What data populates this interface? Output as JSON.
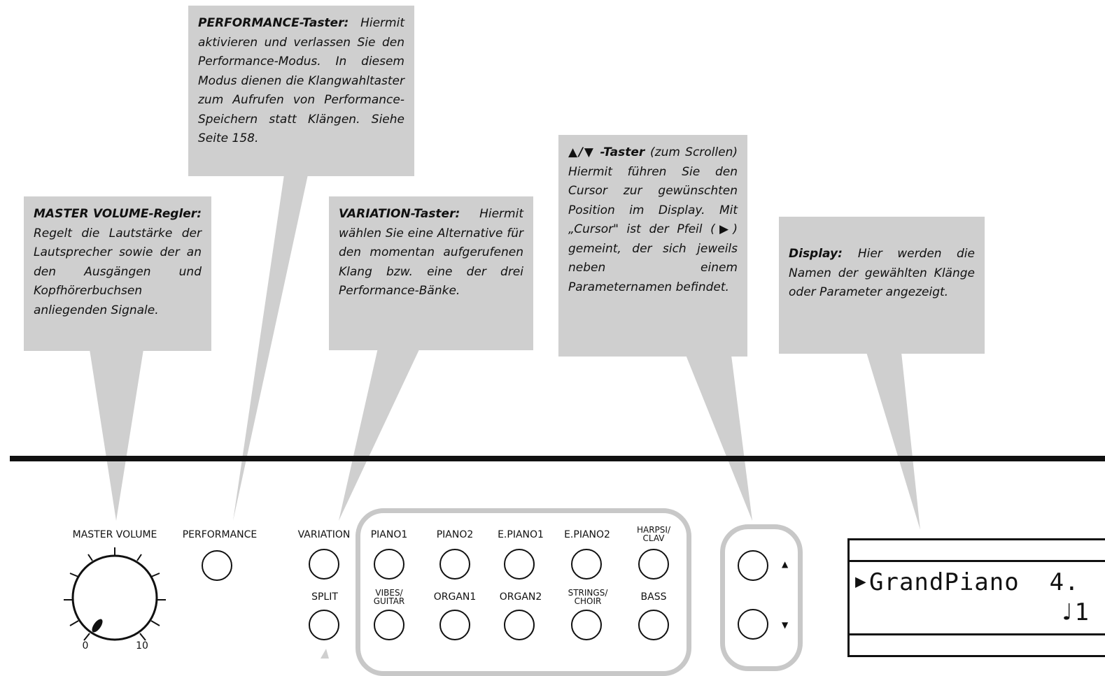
{
  "callouts": {
    "performance": {
      "head": "PERFORMANCE-Taster:",
      "body": "Hiermit aktivieren und verlassen Sie den Performance-Modus. In diesem Modus dienen die Klangwahltaster zum Aufrufen von Performance-Speichern statt Klängen. Siehe Seite 158."
    },
    "master_volume": {
      "head": "MASTER VOLUME-Regler:",
      "body": "Regelt die Lautstärke der Lautsprecher sowie der an den Ausgängen und Kopfhörerbuchsen anliegenden Signale."
    },
    "variation": {
      "head": "VARIATION-Taster:",
      "body": "Hiermit wählen Sie eine Alternative für den momentan aufgerufenen Klang bzw. eine der drei Performance-Bänke."
    },
    "scroll": {
      "head": "▲/▼ -Taster",
      "body": "(zum Scrollen) Hiermit führen Sie den Cursor zur gewünschten Position im Display. Mit „Cursor\" ist der Pfeil (▶) gemeint, der sich jeweils neben einem Parameternamen befindet."
    },
    "display": {
      "head": "Display:",
      "body": "Hier werden die Namen der gewählten Klänge oder Parameter angezeigt."
    }
  },
  "panel": {
    "master_volume_label": "MASTER VOLUME",
    "knob_min": "0",
    "knob_max": "10",
    "performance_label": "PERFORMANCE",
    "variation_label": "VARIATION",
    "split_label": "SPLIT",
    "sound_top": [
      "PIANO1",
      "PIANO2",
      "E.PIANO1",
      "E.PIANO2",
      "HARPSI/\nCLAV"
    ],
    "sound_bottom": [
      "VIBES/\nGUITAR",
      "ORGAN1",
      "ORGAN2",
      "STRINGS/\nCHOIR",
      "BASS"
    ],
    "up_symbol": "▲",
    "down_symbol": "▼"
  },
  "display_screen": {
    "cursor": "▶",
    "line1": "GrandPiano  4.",
    "line2": "♩1"
  }
}
